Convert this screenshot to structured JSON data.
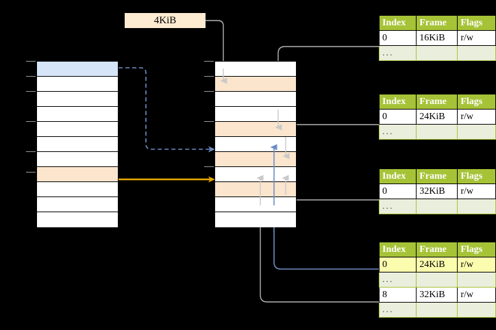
{
  "diagram": {
    "title": "multi-level page table address translation",
    "background": "#000000",
    "colors": {
      "accent_green": "#a6c337",
      "highlight_yellow": "#fcfcae",
      "peach": "#fce5cd",
      "blue": "#d7e5f9",
      "ellipsis_row": "#eaeedc",
      "orange_arrow": "#e8a700",
      "blue_arrow": "#6d8ec4",
      "gray_wire": "#b3b3b3"
    }
  },
  "label_box": {
    "text": "4KiB"
  },
  "left_column": {
    "name": "virtual-address-space",
    "rows": [
      {
        "text": "",
        "fill": "blue"
      },
      {
        "text": "",
        "fill": "white"
      },
      {
        "text": "",
        "fill": "white"
      },
      {
        "text": "",
        "fill": "white"
      },
      {
        "text": "",
        "fill": "white"
      },
      {
        "text": "",
        "fill": "white"
      },
      {
        "text": "",
        "fill": "white"
      },
      {
        "text": "",
        "fill": "peach"
      },
      {
        "text": "",
        "fill": "white"
      },
      {
        "text": "",
        "fill": "white"
      },
      {
        "text": "",
        "fill": "white"
      }
    ]
  },
  "middle_column": {
    "name": "physical-memory",
    "rows": [
      {
        "text": "",
        "fill": "white"
      },
      {
        "text": "",
        "fill": "peach"
      },
      {
        "text": "",
        "fill": "white"
      },
      {
        "text": "",
        "fill": "white"
      },
      {
        "text": "",
        "fill": "peach"
      },
      {
        "text": "",
        "fill": "white"
      },
      {
        "text": "",
        "fill": "peach"
      },
      {
        "text": "",
        "fill": "white"
      },
      {
        "text": "",
        "fill": "peach"
      },
      {
        "text": "",
        "fill": "white"
      },
      {
        "text": "",
        "fill": "white"
      }
    ]
  },
  "page_tables": [
    {
      "name": "page-table-1",
      "headers": [
        "Index",
        "Frame",
        "Flags"
      ],
      "rows": [
        {
          "cells": [
            "0",
            "16KiB",
            "r/w"
          ],
          "highlight": [
            false,
            false,
            false
          ],
          "ellipsis": false
        },
        {
          "cells": [
            "...",
            "",
            ""
          ],
          "highlight": [
            false,
            false,
            false
          ],
          "ellipsis": true
        }
      ]
    },
    {
      "name": "page-table-2",
      "headers": [
        "Index",
        "Frame",
        "Flags"
      ],
      "rows": [
        {
          "cells": [
            "0",
            "24KiB",
            "r/w"
          ],
          "highlight": [
            false,
            false,
            false
          ],
          "ellipsis": false
        },
        {
          "cells": [
            "...",
            "",
            ""
          ],
          "highlight": [
            false,
            false,
            false
          ],
          "ellipsis": true
        }
      ]
    },
    {
      "name": "page-table-3",
      "headers": [
        "Index",
        "Frame",
        "Flags"
      ],
      "rows": [
        {
          "cells": [
            "0",
            "32KiB",
            "r/w"
          ],
          "highlight": [
            false,
            false,
            false
          ],
          "ellipsis": false
        },
        {
          "cells": [
            "...",
            "",
            ""
          ],
          "highlight": [
            false,
            false,
            false
          ],
          "ellipsis": true
        }
      ]
    },
    {
      "name": "page-table-4",
      "headers": [
        "Index",
        "Frame",
        "Flags"
      ],
      "rows": [
        {
          "cells": [
            "0",
            "24KiB",
            "r/w"
          ],
          "highlight": [
            true,
            true,
            true
          ],
          "ellipsis": false
        },
        {
          "cells": [
            "...",
            "",
            ""
          ],
          "highlight": [
            false,
            false,
            false
          ],
          "ellipsis": true
        },
        {
          "cells": [
            "8",
            "32KiB",
            "r/w"
          ],
          "highlight": [
            false,
            false,
            false
          ],
          "ellipsis": false
        },
        {
          "cells": [
            "...",
            "",
            ""
          ],
          "highlight": [
            false,
            false,
            false
          ],
          "ellipsis": true
        }
      ]
    }
  ]
}
